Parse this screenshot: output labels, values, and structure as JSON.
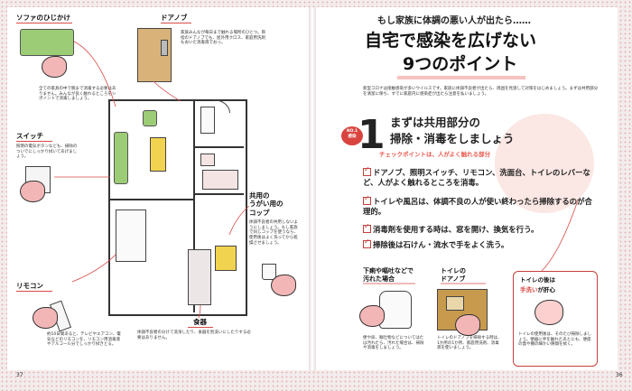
{
  "left": {
    "page_number": "37",
    "sofa": {
      "title": "ソファのひじかけ",
      "text": "全ての家具の中で腕まで消毒する必要はありません。みんなが良く触れるところをシポイントで消毒しましょう。"
    },
    "door": {
      "title": "ドアノブ",
      "text": "家族みんなが毎日まで触れる場所のひとつ。目指のドアノブでも、屋外用クロス、家庭用洗剤もおいた消毒液でおっ。"
    },
    "switch": {
      "title": "スイッチ",
      "text": "照明の電気ボタンなども、掃除のついでにしっかり拭いてあげましょう。"
    },
    "cup": {
      "title": "共用の\nうがい用の\nコップ",
      "text": "体調不良者の共用しないようにしましょう。もし家族で同じコップを使うなら、使用後はよく洗ってから乾燥させましょう。"
    },
    "remote": {
      "title": "リモコン",
      "text": "約10日間あると、テレビやエアコン、電気などのリモコンを、リモコン用消毒液やアルコール分でしっかり拭きとる。"
    },
    "food": {
      "title": "食器",
      "text": "体調不良者の分けて洗浄したり、食器を別洗いにしたりする必要はありません。"
    }
  },
  "right": {
    "page_number": "36",
    "kicker": "もし家族に体調の悪い人が出たら……",
    "title_line1": "自宅で感染を広げない",
    "title_line2": "9つのポイント",
    "intro": "新型コロナは接触感染が多いウイルスです。家族に体調不良者が出たら、周囲を見渡して対策をはじめましょう。まずは共用部分を清潔に保ち、すでに家庭内に感染症が出たら注意を払いましょう。",
    "badge": "NO.1\n感染",
    "point_number": "1",
    "heading_line1": "まずは共用部分の",
    "heading_line2": "掃除・消毒をしましょう",
    "sub": "チェックポイントは、人がよく触れる部分",
    "bullets": [
      "ドアノブ、照明スイッチ、リモコン、洗面台、トイレのレバーなど、人がよく触れるところを消毒。",
      "トイレや風呂は、体調不良の人が使い終わったら掃除するのが合理的。",
      "消毒剤を使用する時は、窓を開け、換気を行う。",
      "掃除後は石けん・流水で手をよく洗う。"
    ],
    "toilet_title": "下痢や嘔吐などで\n汚れた場合",
    "toilet_text": "便や尿、嘔吐物などについてはたは汚れたら、汚れた場合は、掃除や消毒をしましょう。",
    "knob_title": "トイレの\nドアノブ",
    "knob_text": "トイレのドアノブを掃除する時は、1か所の1か所、家庭用洗剤、消毒液を使いましょう。",
    "wash_title_a": "トイレの後は",
    "wash_title_b": "手洗い",
    "wash_title_c": "が肝心",
    "wash_text": "トイレの使用後は、そのたび掃除しましょう。便器に手を触れたあとにも、便座の蓋や棚の細かい隙間を拭く。"
  }
}
